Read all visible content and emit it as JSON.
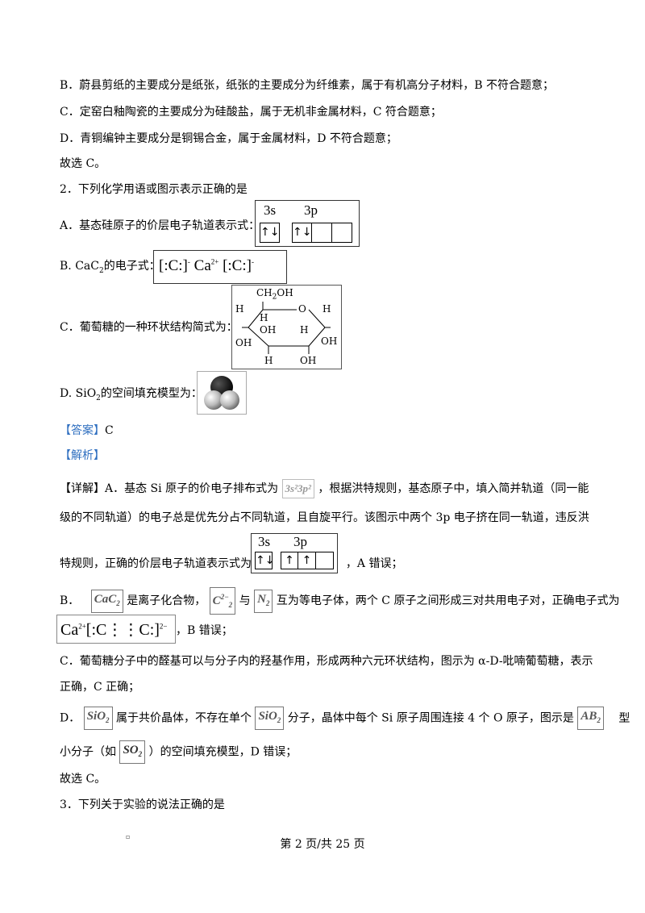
{
  "paragraphs": {
    "b_prev": "B．蔚县剪纸的主要成分是纸张，纸张的主要成分为纤维素，属于有机高分子材料，B 不符合题意；",
    "c_prev": "C．定窑白釉陶瓷的主要成分为硅酸盐，属于无机非金属材料，C 符合题意；",
    "d_prev": "D．青铜编钟主要成分是铜锡合金，属于金属材料，D 不符合题意；",
    "choose1": "故选 C。",
    "q2": "2．下列化学用语或图示表示正确的是",
    "optA": "A．基态硅原子的价层电子轨道表示式：",
    "optB_pre": "B. CaC",
    "optB_sub": "2",
    "optB_post": "的电子式：",
    "optC": "C．葡萄糖的一种环状结构简式为：",
    "optD_pre": "D. SiO",
    "optD_sub": "2",
    "optD_post": "的空间填充模型为：",
    "answer_tag": "【答案】",
    "answer_val": "C",
    "analysis_tag": "【解析】",
    "detail1_a": "【详解】A．基态  Si 原子的价电子排布式为",
    "detail1_b": "，根据洪特规则，基态原子中，填入简并轨道（同一能",
    "detail2": "级的不同轨道）的电子总是优先分占不同轨道，且自旋平行。该图示中两个  3p 电子挤在同一轨道，违反洪",
    "detail3_a": "特规则，正确的价层电子轨道表示式为",
    "detail3_b": "，A 错误；",
    "b_a": "B．",
    "b_b": "是离子化合物，",
    "b_c": "与",
    "b_d": "互为等电子体，两个  C 原子之间形成三对共用电子对，正确电子式为",
    "b_end": "，B 错误；",
    "c_line1": "C．葡萄糖分子中的醛基可以与分子内的羟基作用，形成两种六元环状结构，图示为 α-D-吡喃葡萄糖，表示",
    "c_line2": "正确，C 正确；",
    "d_a": "D．",
    "d_b": "属于共价晶体，不存在单个",
    "d_c": "分子，晶体中每个  Si 原子周围连接  4 个  O 原子，图示是",
    "d_d": "型",
    "d2_a": "小分子（如",
    "d2_b": "）的空间填充模型，D 错误；",
    "choose2": "故选 C。",
    "q3": "3．下列关于实验的说法正确的是"
  },
  "figures": {
    "orbital_a": {
      "s_label": "3s",
      "p_label": "3p",
      "s": [
        "↑↓"
      ],
      "p": [
        "↑↓",
        "",
        ""
      ]
    },
    "orbital_correct": {
      "s_label": "3s",
      "p_label": "3p",
      "s": [
        "↑↓"
      ],
      "p": [
        "↑",
        "↑",
        ""
      ]
    },
    "cac2_wrong": {
      "left": "[:C:]",
      "charge_left": "-",
      "cation": "Ca",
      "cation_charge": "2+",
      "right": "[:C:]",
      "charge_right": "-"
    },
    "glucose": {
      "ch2oh": "CH",
      "ch2oh_sub": "2",
      "ch2oh_end": "OH",
      "o": "O",
      "h1": "H",
      "h2": "H",
      "h3": "H",
      "h4": "H",
      "h5": "H",
      "oh1": "OH",
      "oh2": "OH",
      "oh3": "OH",
      "oh4": "OH"
    },
    "inline": {
      "config": "3s²3p²",
      "cac2": "CaC",
      "cac2_sub": "2",
      "c2": "C",
      "c2_sup": "2−",
      "c2_sub": "2",
      "n2": "N",
      "n2_sub": "2",
      "sio2": "SiO",
      "sio2_sub": "2",
      "ab2": "AB",
      "ab2_sub": "2",
      "so2": "SO",
      "so2_sub": "2",
      "cac2_correct_cation": "Ca",
      "cac2_correct_cation_sup": "2+",
      "cac2_correct_anion": "[:C⋮⋮C:]",
      "cac2_correct_anion_sup": "2−"
    }
  },
  "footer": {
    "text": "第 2 页/共 25 页",
    "mark": "▫"
  }
}
